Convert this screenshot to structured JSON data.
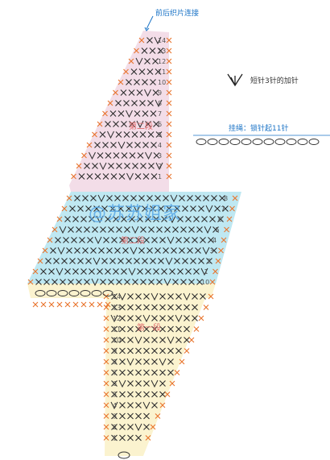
{
  "labels": {
    "top": "前后织片连接",
    "increase": "短针3针的加针",
    "chain": "挂绳：锁针起11针",
    "watermark": "@苏苏姐家"
  },
  "colors": {
    "x_stitch": "#2d2d2d",
    "edge_stitch": "#e8742c",
    "pink_region": "#f3dde8",
    "blue_region": "#bfe8f2",
    "yellow_region": "#fbf3cf",
    "row_number": "#555555",
    "section_text": "#e06b6b"
  },
  "upper_rows": [
    "14",
    "13",
    "12",
    "11",
    "10",
    "9",
    "8",
    "7",
    "6",
    "5",
    "4",
    "3",
    "2",
    "1"
  ],
  "middle_rows": [
    "8",
    "7",
    "6",
    "5",
    "4",
    "3",
    "2",
    "1",
    "10",
    "9"
  ],
  "lower_rows": [
    "14",
    "13",
    "12",
    "11",
    "10",
    "9",
    "8",
    "7",
    "6",
    "5",
    "4",
    "3",
    "2",
    "1"
  ],
  "sections": [
    "第二段",
    "第二段",
    "第一段"
  ]
}
